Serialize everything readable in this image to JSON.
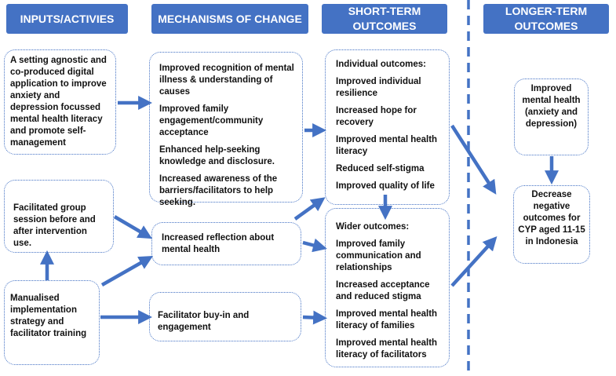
{
  "headers": {
    "inputs": "INPUTS/ACTIVIES",
    "mechanisms": "MECHANISMS OF CHANGE",
    "short_term": "SHORT-TERM OUTCOMES",
    "longer_term": "LONGER-TERM OUTCOMES"
  },
  "inputs": {
    "digital_app": "A setting agnostic and co-produced digital application to improve anxiety and depression focussed mental health literacy and promote self-management",
    "group_session": "Facilitated group session before and after intervention use.",
    "implementation": "Manualised implementation strategy and facilitator training"
  },
  "mechanisms": {
    "items": [
      "Improved recognition of mental illness & understanding of causes",
      "Improved family engagement/community acceptance",
      "Enhanced help-seeking knowledge and disclosure.",
      "Increased awareness of the barriers/facilitators to help seeking."
    ],
    "reflection": "Increased reflection about mental health",
    "buy_in": "Facilitator buy-in and engagement"
  },
  "short_term": {
    "individual_title": "Individual outcomes:",
    "individual_items": [
      "Improved individual resilience",
      "Increased hope for recovery",
      "Improved mental health literacy",
      "Reduced self-stigma",
      "Improved quality of life"
    ],
    "wider_title": "Wider outcomes:",
    "wider_items": [
      "Improved family communication and relationships",
      "Increased acceptance and reduced stigma",
      "Improved mental health literacy of families",
      "Improved mental health literacy of facilitators"
    ]
  },
  "longer_term": {
    "mental_health": "Improved mental health (anxiety and depression)",
    "negative_outcomes": "Decrease negative outcomes for CYP aged 11-15 in Indonesia"
  },
  "colors": {
    "accent": "#4472c4",
    "arrow": "#4472c4"
  }
}
